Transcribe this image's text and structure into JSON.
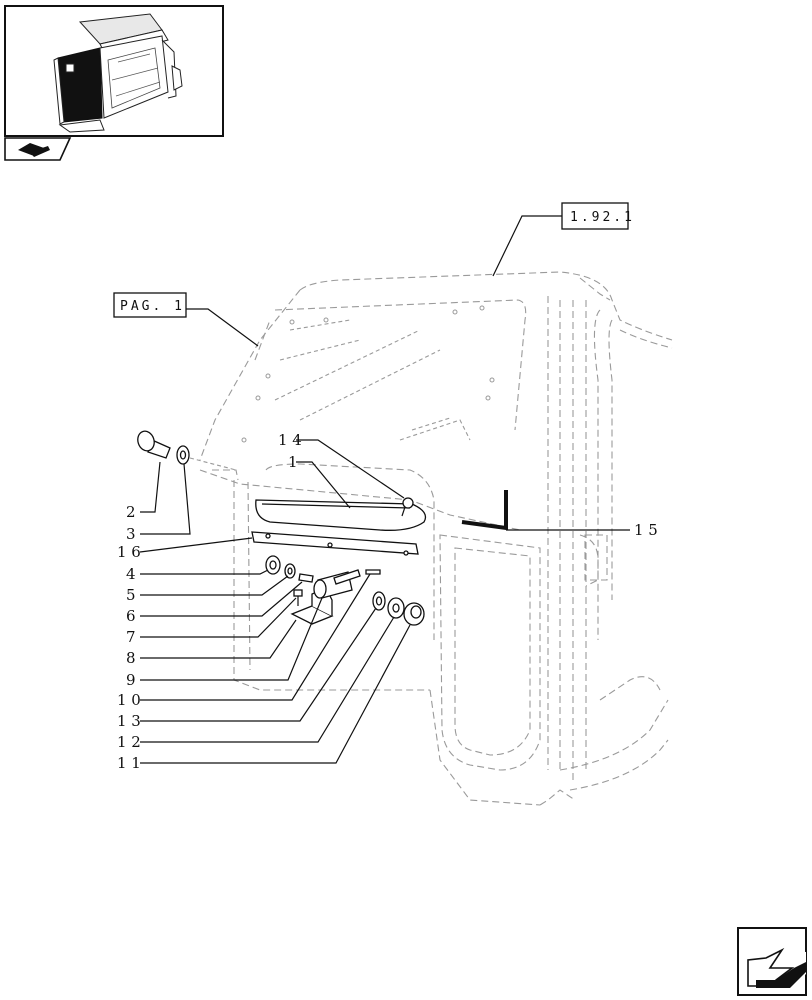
{
  "refs": {
    "top": "1.92.1",
    "left": "PAG. 1"
  },
  "callouts": [
    {
      "id": "2",
      "label": "2"
    },
    {
      "id": "3",
      "label": "3"
    },
    {
      "id": "16",
      "label": "1 6"
    },
    {
      "id": "4",
      "label": "4"
    },
    {
      "id": "5",
      "label": "5"
    },
    {
      "id": "6",
      "label": "6"
    },
    {
      "id": "7",
      "label": "7"
    },
    {
      "id": "8",
      "label": "8"
    },
    {
      "id": "9",
      "label": "9"
    },
    {
      "id": "10",
      "label": "1 0"
    },
    {
      "id": "13",
      "label": "1 3"
    },
    {
      "id": "12",
      "label": "1 2"
    },
    {
      "id": "11",
      "label": "1 1"
    },
    {
      "id": "14",
      "label": "1 4"
    },
    {
      "id": "1",
      "label": "1"
    },
    {
      "id": "15",
      "label": "1 5"
    }
  ],
  "icons": {
    "thumbnail": "tractor-cab-thumbnail",
    "back": "book-return-icon",
    "next": "next-page-arrow-icon"
  }
}
